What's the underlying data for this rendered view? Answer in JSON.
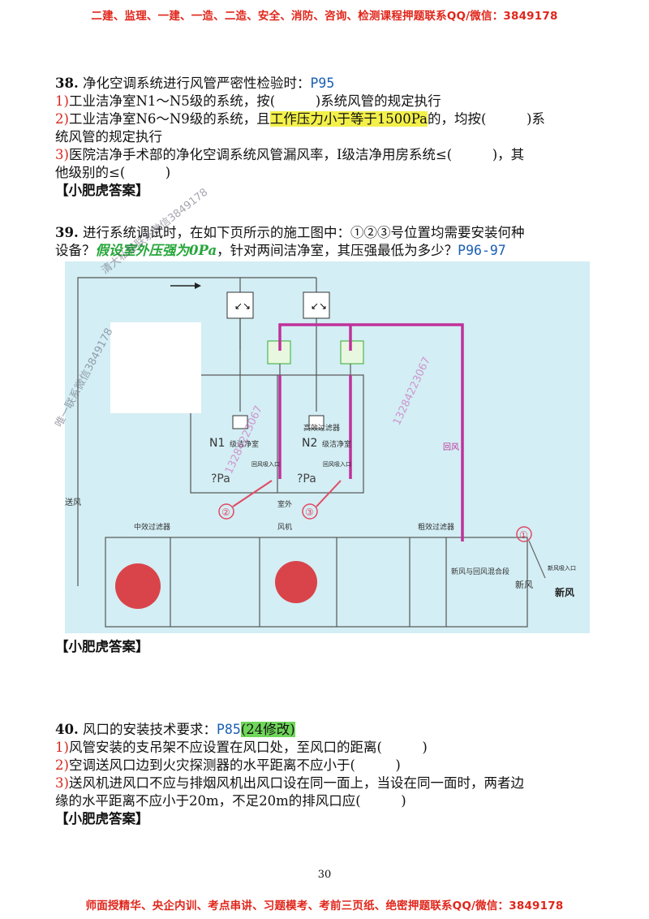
{
  "banner_top": "二建、监理、一建、一造、二造、安全、消防、咨询、检测课程押题联系QQ/微信：3849178",
  "banner_bottom": "师面授精华、央企内训、考点串讲、习题模考、考前三页纸、绝密押题联系QQ/微信：3849178",
  "page_number": "30",
  "q38": {
    "num": "38.",
    "title": "净化空调系统进行风管严密性检验时：",
    "ref": "P95",
    "l1_n": "1)",
    "l1": "工业洁净室N1～N5级的系统，按(　　　)系统风管的规定执行",
    "l2_n": "2)",
    "l2_a": "工业洁净室N6～N9级的系统，且",
    "l2_hl": "工作压力小于等于1500Pa",
    "l2_b": "的，均按(　　　)系",
    "l2_c": "统风管的规定执行",
    "l3_n": "3)",
    "l3_a": "医院洁净手术部的净化空调系统风管漏风率，I级洁净用房系统≤(　　　)，其",
    "l3_b": "他级别的≤(　　　)",
    "answer": "【小肥虎答案】"
  },
  "q39": {
    "num": "39.",
    "text_a": "进行系统调试时，在如下页所示的施工图中：①②③号位置均需要安装何种",
    "text_b": "设备？",
    "hl": "假设室外压强为0Pa",
    "text_c": "，针对两间洁净室，其压强最低为多少？",
    "ref": "P96-97",
    "answer": "【小肥虎答案】"
  },
  "q40": {
    "num": "40.",
    "title": "风口的安装技术要求：",
    "ref": "P85",
    "hl": "(24修改)",
    "l1_n": "1)",
    "l1": "风管安装的支吊架不应设置在风口处，至风口的距离(　　　)",
    "l2_n": "2)",
    "l2": "空调送风口边到火灾探测器的水平距离不应小于(　　　)",
    "l3_n": "3)",
    "l3_a": "送风机进风口不应与排烟风机出风口设在同一面上，当设在同一面时，两者边",
    "l3_b": "缘的水平距离不应小于20m，不足20m的排风口应(　　　)",
    "answer": "【小肥虎答案】"
  },
  "diagram": {
    "room1": "N1级洁净室",
    "room1_n": "N1",
    "room1_s": "级洁净室",
    "room2_n": "N2",
    "room2_s": "级洁净室",
    "hepa": "高效过滤器",
    "p1": "?Pa",
    "p2": "?Pa",
    "return_inlet1": "回风吸入口",
    "return_inlet2": "回风吸入口",
    "outdoor": "室外",
    "mark1": "①",
    "mark2": "②",
    "mark3": "③",
    "return_air": "回风",
    "supply_air": "送风",
    "mid_filter": "中效过滤器",
    "fan": "风机",
    "coarse_filter": "粗效过滤器",
    "mix": "新风与回风混合段",
    "fresh_inlet": "新风吸入口",
    "fresh1": "新风",
    "fresh2": "新风",
    "colors": {
      "bg": "#d3eef4",
      "pipe": "#c0319a",
      "line": "#555555",
      "red": "#e04a63"
    }
  },
  "watermarks": {
    "wm1": "清大私塾联系微信3849178",
    "wm2": "唯一联系微信3849178",
    "wm3": "13284223067",
    "wm4": "13284223067"
  }
}
